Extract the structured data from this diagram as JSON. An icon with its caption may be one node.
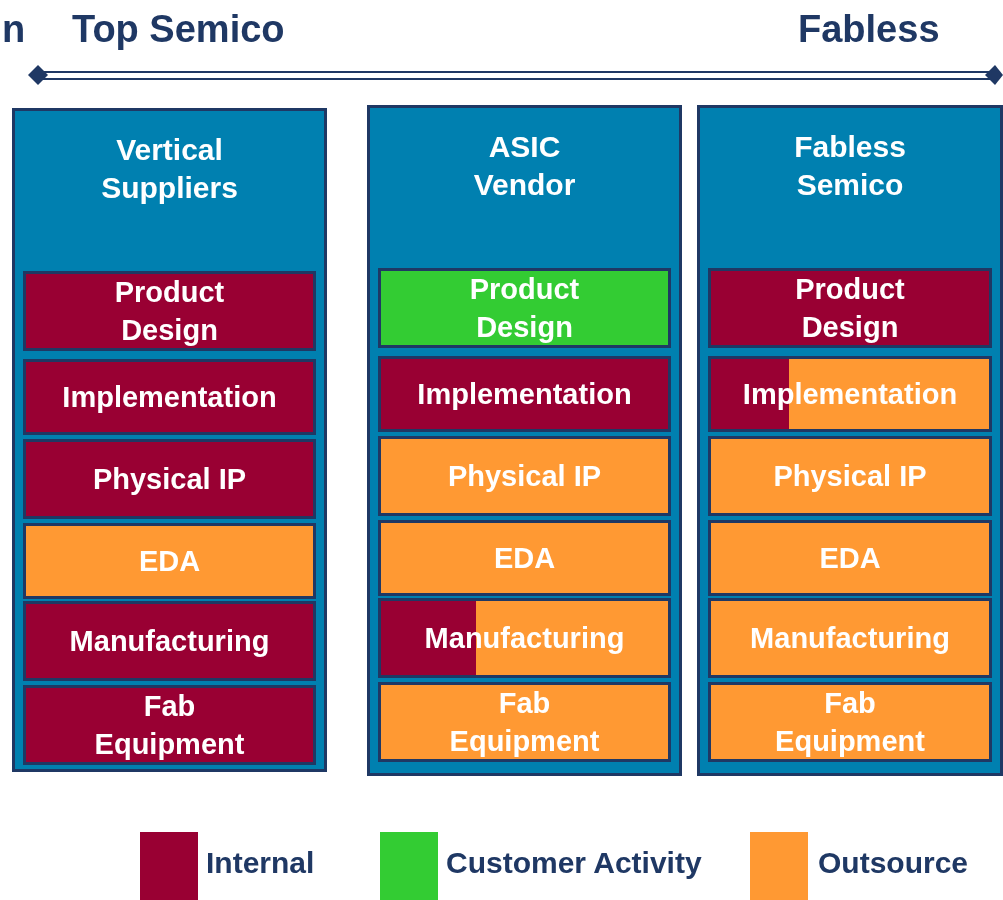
{
  "diagram": {
    "nodes": [
      {
        "text": [
          "Vertical Suppliers"
        ]
      },
      {
        "text": [
          "Product Design"
        ],
        "in": 0
      },
      {
        "text": [
          "Implementation"
        ],
        "in": 0
      },
      {
        "text": [
          "Physical IP"
        ],
        "in": 0
      },
      {
        "text": [
          "EDA"
        ],
        "in": 0
      },
      {
        "text": [
          "Manufacturing"
        ],
        "in": 0
      },
      {
        "text": [
          "Fab Equipment"
        ],
        "in": 0
      },
      {
        "text": [
          "ASIC Vendor"
        ]
      },
      {
        "text": [
          "Product Design"
        ],
        "in": 7
      },
      {
        "text": [
          "Implementation"
        ],
        "in": 7
      },
      {
        "text": [
          "Physical IP"
        ],
        "in": 7
      },
      {
        "text": [
          "EDA"
        ],
        "in": 7
      },
      {
        "text": [
          "Manufacturing"
        ],
        "in": 7
      },
      {
        "text": [
          "Fab Equipment"
        ],
        "in": 7
      },
      {
        "text": [
          "Fabless Semico"
        ]
      },
      {
        "text": [
          "Product Design"
        ],
        "in": 14
      },
      {
        "text": [
          "Implementation"
        ],
        "in": 14
      },
      {
        "text": [
          "Physical IP"
        ],
        "in": 14
      },
      {
        "text": [
          "EDA"
        ],
        "in": 14
      },
      {
        "text": [
          "Manufacturing"
        ],
        "in": 14
      },
      {
        "text": [
          "Fab Equipment"
        ],
        "in": 14
      }
    ],
    "labels": [
      "n",
      "Top Semico",
      "Fabless"
    ],
    "legend": [
      {
        "text": "Internal",
        "color": "#990033"
      },
      {
        "text": "Customer Activity",
        "color": "#33cc33"
      },
      {
        "text": "Outsource",
        "color": "#ff9933"
      }
    ]
  }
}
